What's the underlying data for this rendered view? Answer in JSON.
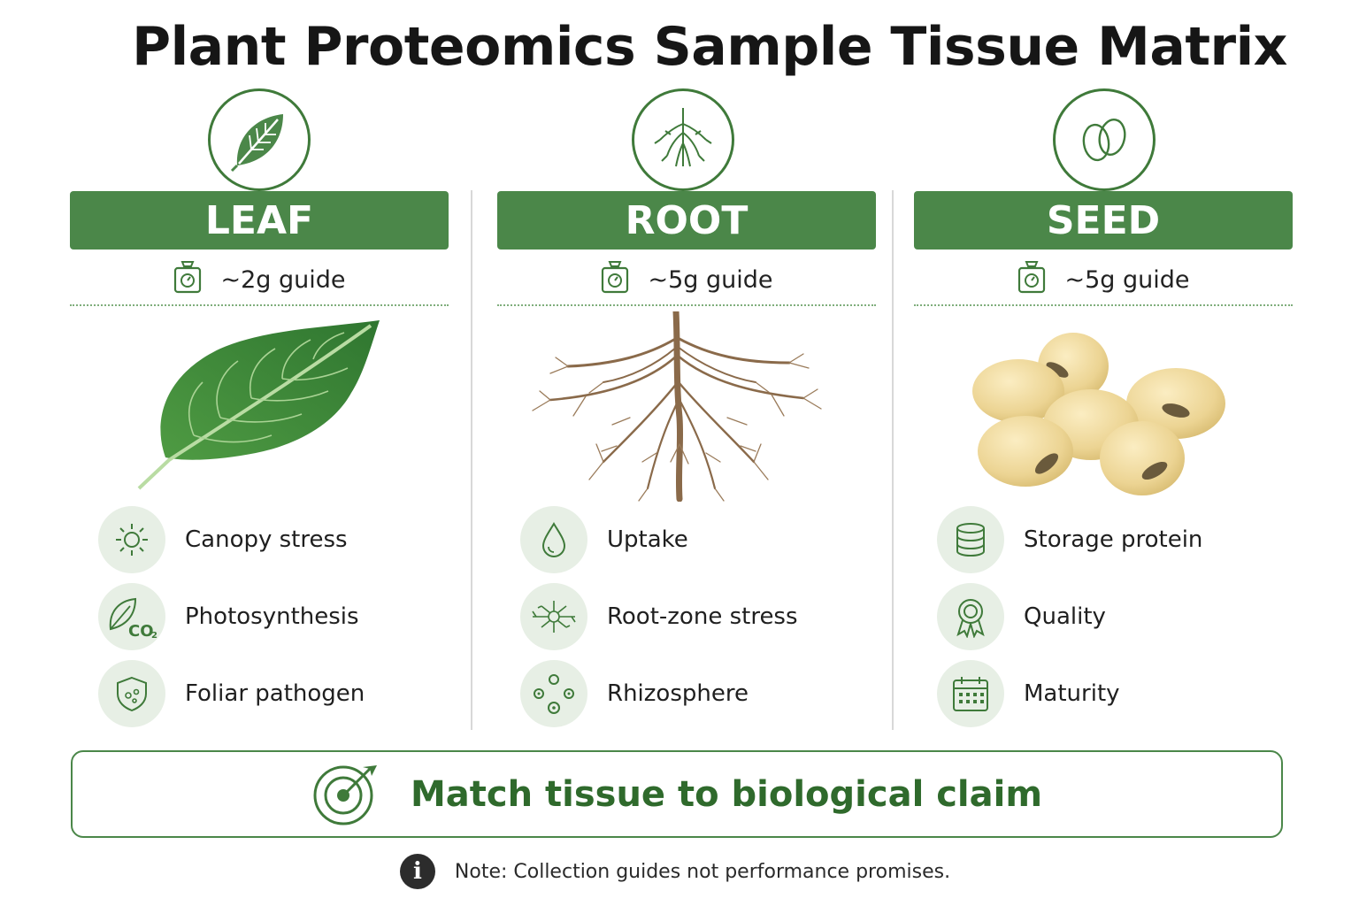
{
  "title": "Plant Proteomics Sample Tissue Matrix",
  "columns": [
    {
      "name": "LEAF",
      "icon": "leaf-icon",
      "guide": "~2g guide",
      "attributes": [
        {
          "label": "Canopy stress",
          "icon": "sun-icon"
        },
        {
          "label": "Photosynthesis",
          "icon": "leaf-co2-icon"
        },
        {
          "label": "Foliar pathogen",
          "icon": "shield-pathogen-icon"
        }
      ]
    },
    {
      "name": "ROOT",
      "icon": "root-icon",
      "guide": "~5g guide",
      "attributes": [
        {
          "label": "Uptake",
          "icon": "water-drop-icon"
        },
        {
          "label": "Root-zone stress",
          "icon": "root-network-icon"
        },
        {
          "label": "Rhizosphere",
          "icon": "microbes-icon"
        }
      ]
    },
    {
      "name": "SEED",
      "icon": "seed-icon",
      "guide": "~5g guide",
      "attributes": [
        {
          "label": "Storage protein",
          "icon": "database-stack-icon"
        },
        {
          "label": "Quality",
          "icon": "award-ribbon-icon"
        },
        {
          "label": "Maturity",
          "icon": "calendar-icon"
        }
      ]
    }
  ],
  "claim": {
    "text": "Match tissue to biological claim",
    "icon": "target-arrow-icon"
  },
  "note": {
    "text": "Note: Collection guides not performance promises.",
    "icon": "info-icon",
    "icon_glyph": "i"
  },
  "colors": {
    "primary_green": "#4b8749",
    "dark_green": "#2f6a2c",
    "light_green": "#e7efe5"
  }
}
